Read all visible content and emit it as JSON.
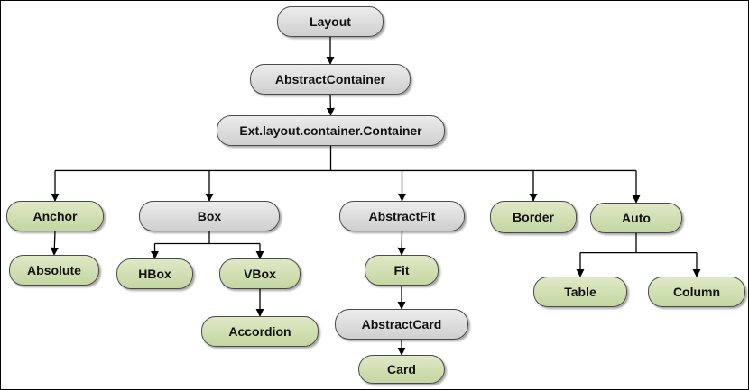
{
  "diagram": {
    "nodes": {
      "layout": "Layout",
      "abstract_container": "AbstractContainer",
      "container": "Ext.layout.container.Container",
      "anchor": "Anchor",
      "absolute": "Absolute",
      "box": "Box",
      "hbox": "HBox",
      "vbox": "VBox",
      "accordion": "Accordion",
      "abstract_fit": "AbstractFit",
      "fit": "Fit",
      "abstract_card": "AbstractCard",
      "card": "Card",
      "border": "Border",
      "auto": "Auto",
      "table": "Table",
      "column": "Column"
    },
    "edges": [
      [
        "layout",
        "abstract_container"
      ],
      [
        "abstract_container",
        "container"
      ],
      [
        "container",
        "anchor"
      ],
      [
        "container",
        "box"
      ],
      [
        "container",
        "abstract_fit"
      ],
      [
        "container",
        "border"
      ],
      [
        "container",
        "auto"
      ],
      [
        "anchor",
        "absolute"
      ],
      [
        "box",
        "hbox"
      ],
      [
        "box",
        "vbox"
      ],
      [
        "vbox",
        "accordion"
      ],
      [
        "abstract_fit",
        "fit"
      ],
      [
        "fit",
        "abstract_card"
      ],
      [
        "abstract_card",
        "card"
      ],
      [
        "auto",
        "table"
      ],
      [
        "auto",
        "column"
      ]
    ],
    "colors": {
      "gray_fill": "#d9d9d9",
      "green_fill": "#cfdeb0",
      "stroke": "#4a4a4a",
      "connector": "#000000"
    }
  }
}
